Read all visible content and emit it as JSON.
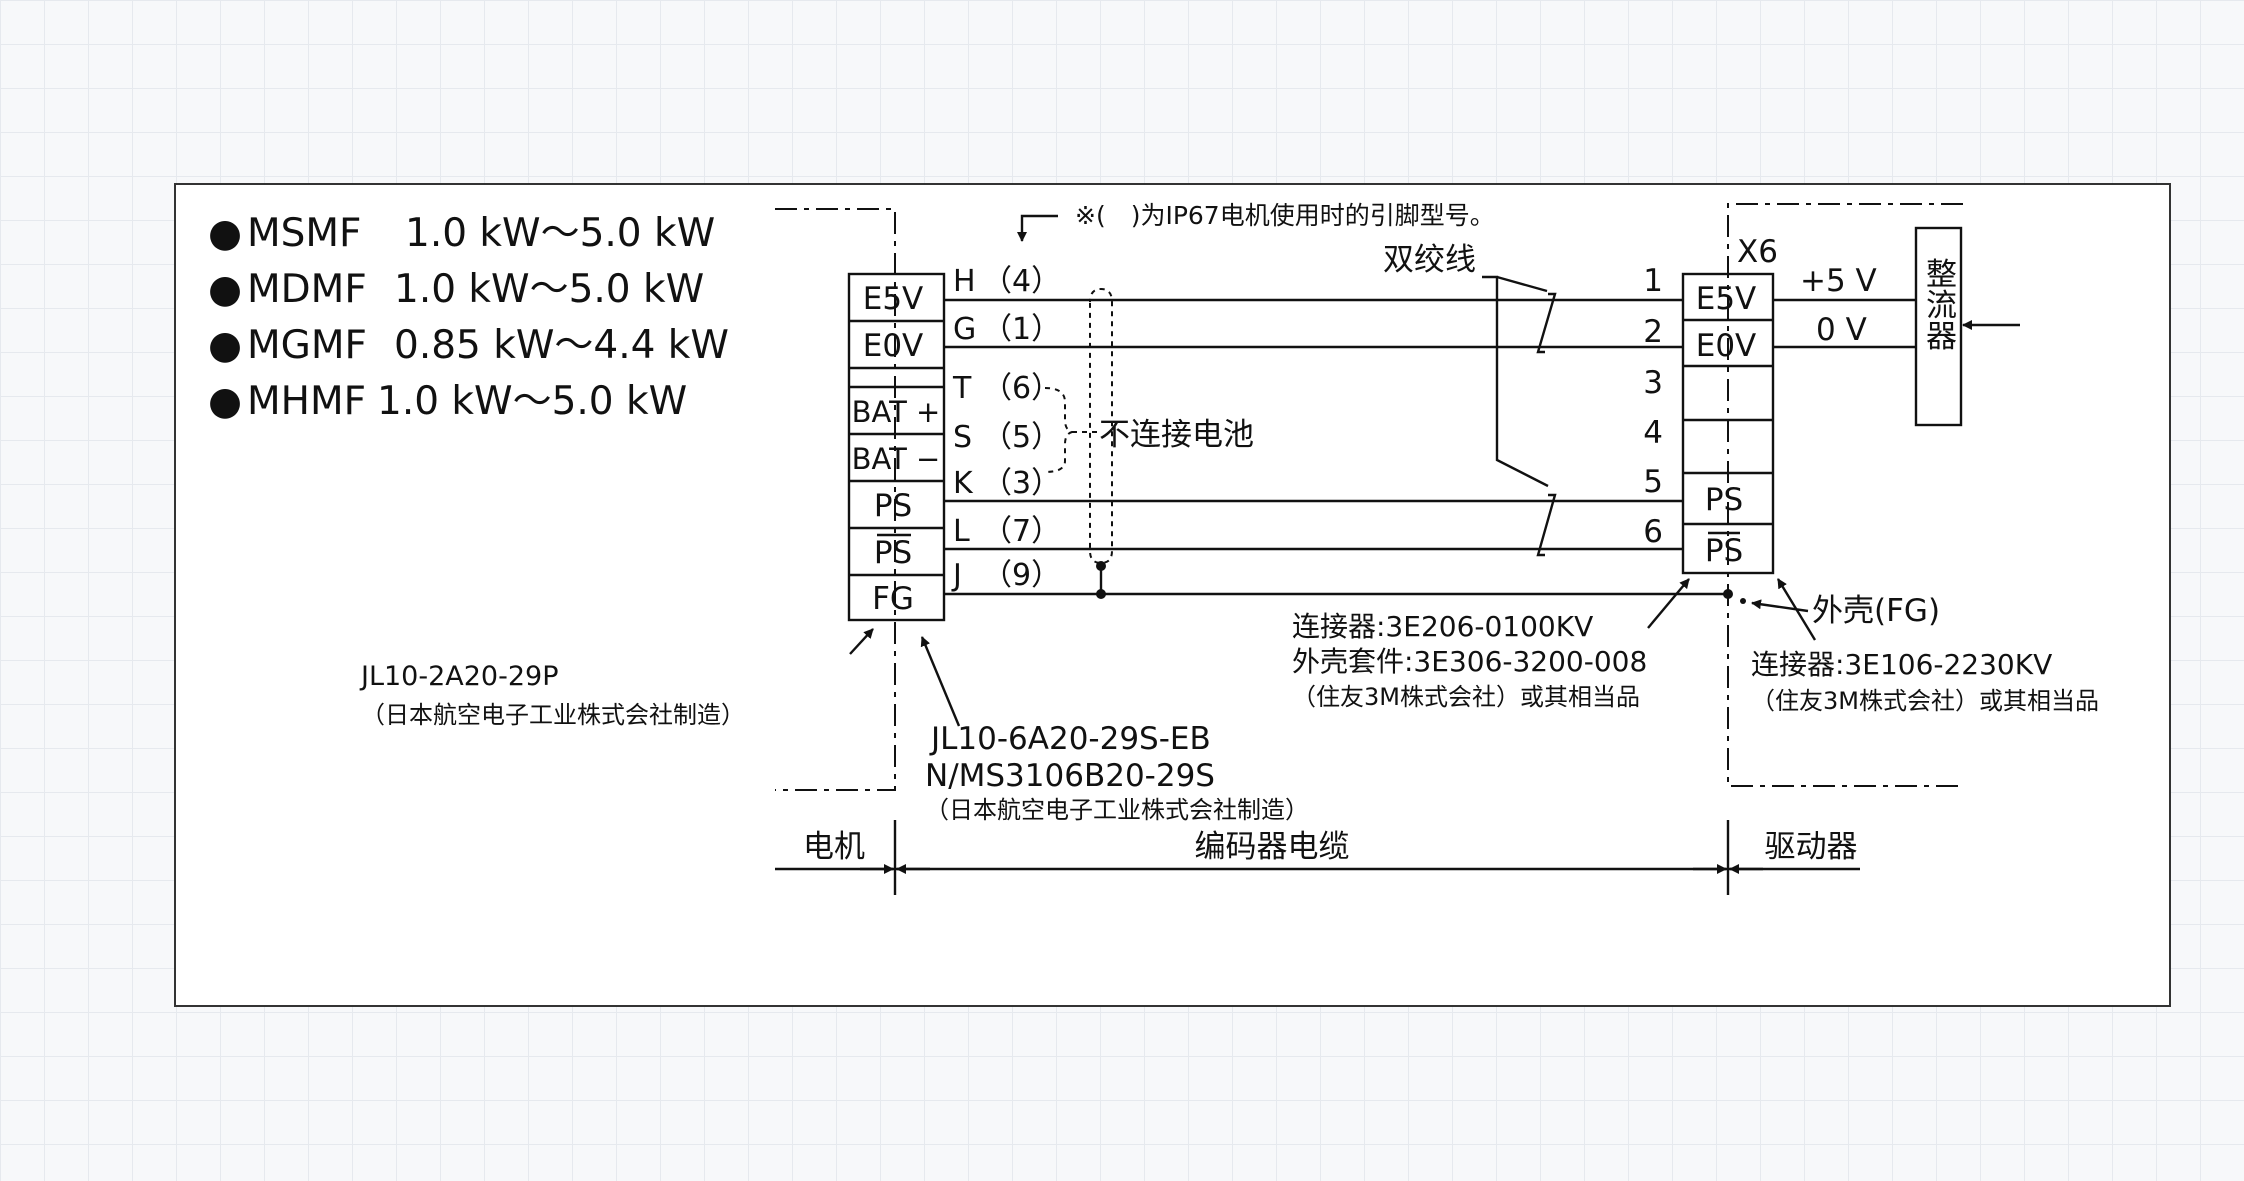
{
  "models": [
    {
      "name": "MSMF",
      "range": "1.0 kW～5.0 kW"
    },
    {
      "name": "MDMF",
      "range": "1.0 kW～5.0 kW"
    },
    {
      "name": "MGMF",
      "range": "0.85 kW～4.4 kW"
    },
    {
      "name": "MHMF",
      "range": "1.0 kW～5.0 kW"
    }
  ],
  "bullet": "●",
  "motor_connector": {
    "cells": [
      "E5V",
      "E0V",
      "BAT +",
      "BAT −",
      "PS",
      "PS",
      "FG"
    ],
    "part": "JL10-2A20-29P",
    "maker": "（日本航空电子工业株式会社制造）"
  },
  "pins": [
    {
      "letter": "H",
      "num": "（4）"
    },
    {
      "letter": "G",
      "num": "（1）"
    },
    {
      "letter": "T",
      "num": "（6）"
    },
    {
      "letter": "S",
      "num": "（5）"
    },
    {
      "letter": "K",
      "num": "（3）"
    },
    {
      "letter": "L",
      "num": "（7）"
    },
    {
      "letter": "J",
      "num": "（9）"
    }
  ],
  "notes": {
    "ip67": "※(　)为IP67电机使用时的引脚型号。",
    "battery": "不连接电池",
    "twisted": "双绞线",
    "case_fg": "外壳(FG)"
  },
  "cable_connector": {
    "part1": "JL10-6A20-29S-EB",
    "part2": "N/MS3106B20-29S",
    "maker": "（日本航空电子工业株式会社制造）"
  },
  "driver_connector": {
    "title": "X6",
    "numbers": [
      "1",
      "2",
      "3",
      "4",
      "5",
      "6"
    ],
    "cells": [
      "E5V",
      "E0V",
      "",
      "",
      "PS",
      "PS"
    ]
  },
  "power": {
    "plus5v": "+5 V",
    "zerov": "0 V",
    "rectifier": "整流器"
  },
  "driver_plug": {
    "line1": "连接器:3E206-0100KV",
    "line2": "外壳套件:3E306-3200-008",
    "line3": "（住友3M株式会社）或其相当品"
  },
  "driver_socket": {
    "line1": "连接器:3E106-2230KV",
    "line2": "（住友3M株式会社）或其相当品"
  },
  "sections": {
    "motor": "电机",
    "cable": "编码器电缆",
    "driver": "驱动器"
  }
}
